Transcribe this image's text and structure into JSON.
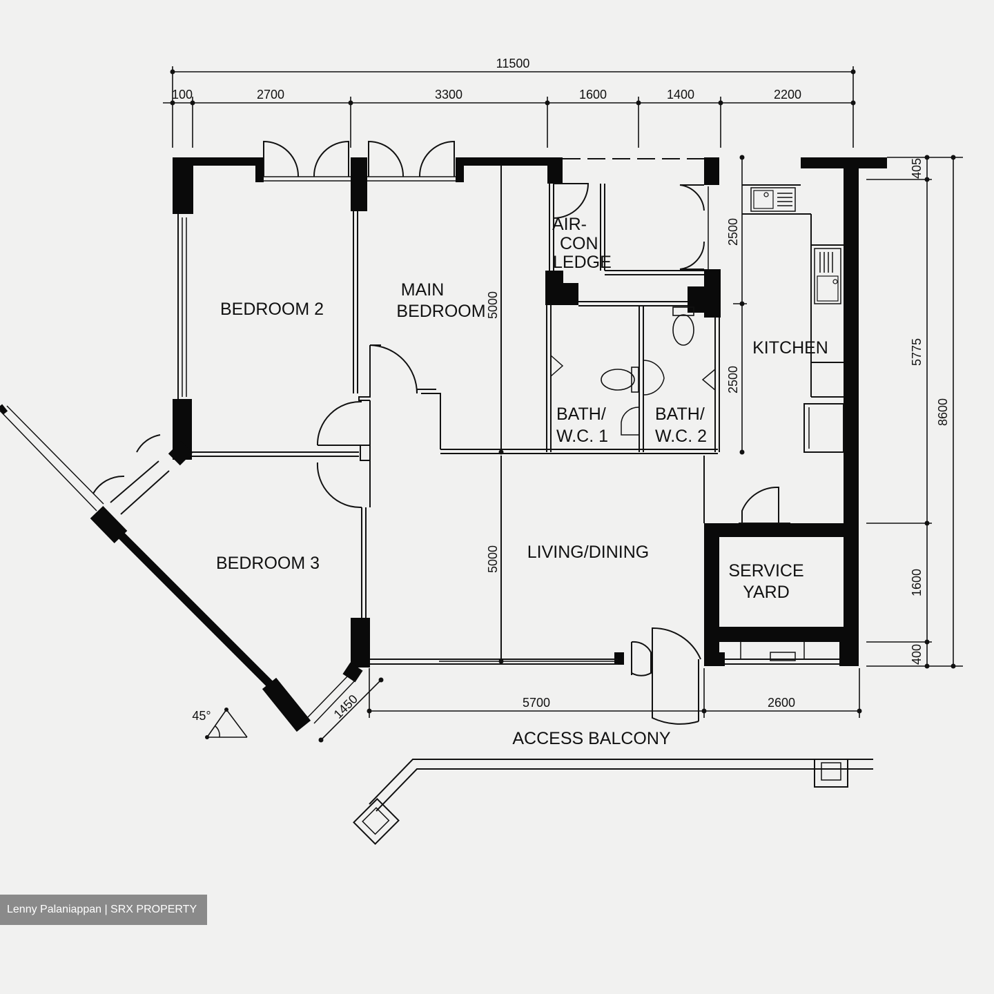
{
  "plan": {
    "rooms": {
      "bedroom2": "BEDROOM 2",
      "main_bedroom_l1": "MAIN",
      "main_bedroom_l2": "BEDROOM",
      "aircon_l1": "AIR-",
      "aircon_l2": "CON",
      "aircon_l3": "LEDGE",
      "bath1_l1": "BATH/",
      "bath1_l2": "W.C. 1",
      "bath2_l1": "BATH/",
      "bath2_l2": "W.C. 2",
      "kitchen": "KITCHEN",
      "bedroom3": "BEDROOM 3",
      "living_dining": "LIVING/DINING",
      "service": "SERVICE",
      "yard": "YARD",
      "access_balcony": "ACCESS BALCONY"
    },
    "dimensions": {
      "overall_width": "11500",
      "top": [
        "100",
        "2700",
        "3300",
        "1600",
        "1400",
        "2200"
      ],
      "right_405": "405",
      "right_5775": "5775",
      "right_8600": "8600",
      "right_1600": "1600",
      "right_400": "400",
      "kitchen_2500_a": "2500",
      "kitchen_2500_b": "2500",
      "bedroom_5000": "5000",
      "living_5000": "5000",
      "bottom_5700": "5700",
      "bottom_2600": "2600",
      "diag_1450": "1450",
      "angle": "45°"
    }
  },
  "watermark": "Lenny Palaniappan | SRX PROPERTY"
}
